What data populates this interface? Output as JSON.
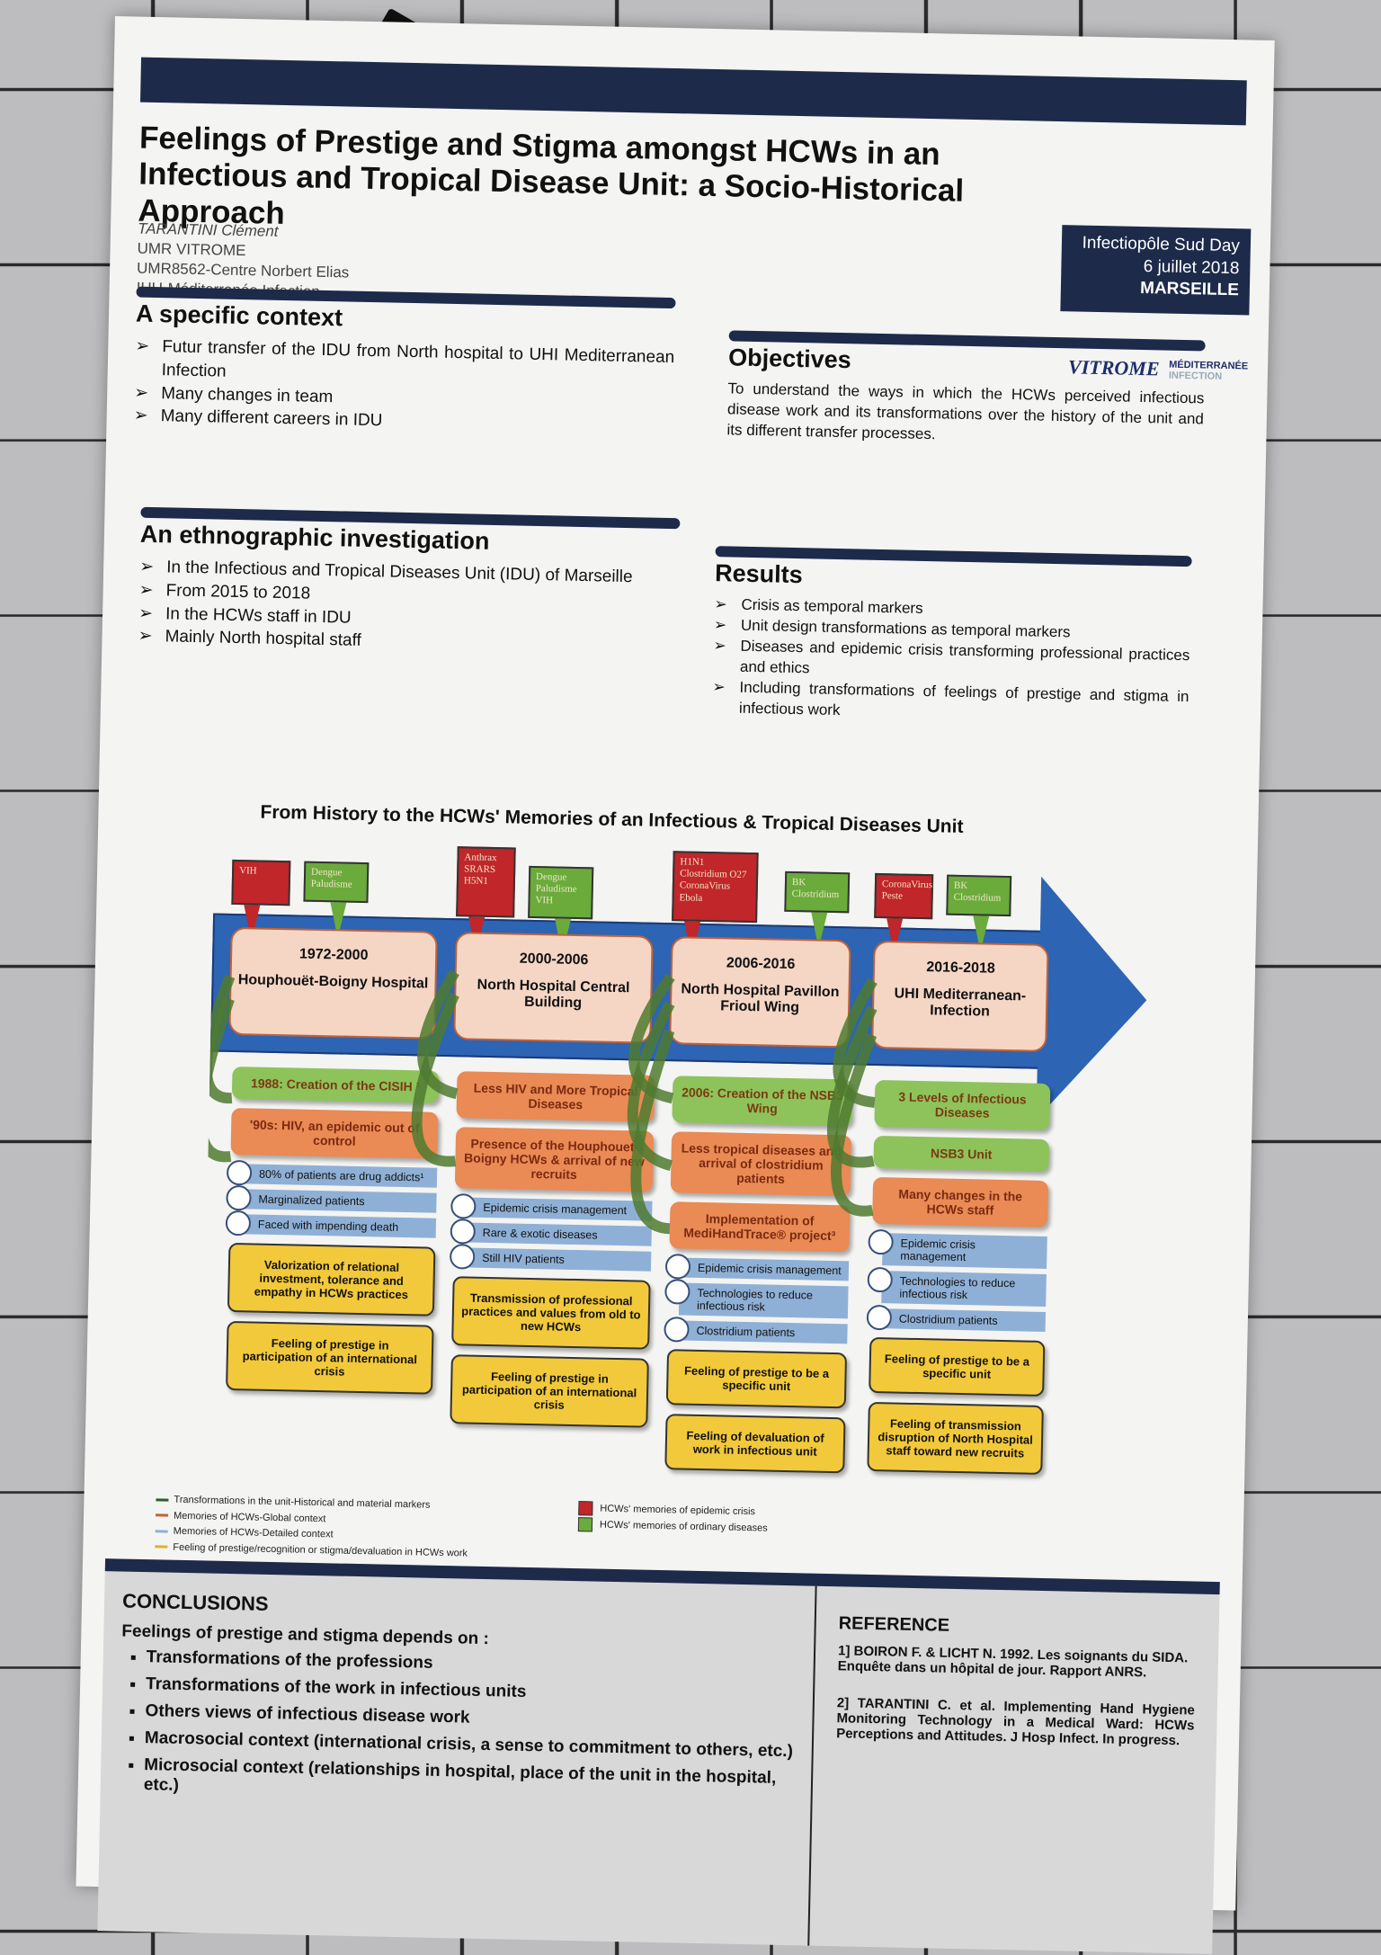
{
  "header": {
    "title": "Feelings of Prestige and Stigma amongst HCWs in an Infectious and Tropical Disease Unit: a Socio-Historical Approach",
    "authors": [
      "TARANTINI Clément",
      "UMR VITROME",
      "UMR8562-Centre Norbert Elias",
      "IHU-Méditerranée Infection"
    ],
    "event": [
      "Infectiopôle Sud Day",
      "6 juillet 2018",
      "MARSEILLE"
    ],
    "logos": {
      "vitrome": "VITROME",
      "med1": "MÉDITERRANÉE",
      "med2": "INFECTION"
    }
  },
  "context": {
    "title": "A specific context",
    "items": [
      "Futur transfer of the IDU from North hospital to UHI Mediterranean Infection",
      "Many changes in team",
      "Many different careers in IDU"
    ]
  },
  "objectives": {
    "title": "Objectives",
    "text": "To understand the ways in which the HCWs perceived infectious disease work and its transformations over the history of the unit and its different transfer processes."
  },
  "ethno": {
    "title": "An ethnographic investigation",
    "items": [
      "In the Infectious and Tropical Diseases Unit (IDU) of Marseille",
      "From 2015 to 2018",
      "In the HCWs staff  in IDU",
      "Mainly North hospital staff"
    ]
  },
  "results": {
    "title": "Results",
    "items": [
      "Crisis as temporal markers",
      "Unit design transformations as temporal markers",
      "Diseases and epidemic crisis transforming professional practices and ethics",
      "Including transformations of feelings of prestige and stigma in infectious work"
    ]
  },
  "diagram": {
    "title": "From History to the HCWs' Memories of an Infectious & Tropical Diseases Unit",
    "columns": [
      {
        "red": [
          "VIH"
        ],
        "green": [
          "Dengue",
          "Paludisme"
        ],
        "years": "1972-2000",
        "place": "Houphouët-Boigny Hospital",
        "boxes": [
          {
            "t": "g",
            "text": "1988: Creation of the CISIH ¹"
          },
          {
            "t": "o",
            "text": "'90s: HIV, an epidemic out of control"
          }
        ],
        "details": [
          "80% of patients are drug addicts¹",
          "Marginalized patients",
          "Faced with impending death"
        ],
        "feelings": [
          "Valorization of relational investment, tolerance and empathy in HCWs practices",
          "Feeling of prestige in participation of an international crisis"
        ]
      },
      {
        "red": [
          "Anthrax",
          "SRARS",
          "H5N1"
        ],
        "green": [
          "Dengue",
          "Paludisme",
          "VIH"
        ],
        "years": "2000-2006",
        "place": "North Hospital Central Building",
        "boxes": [
          {
            "t": "o",
            "text": "Less HIV and More Tropical Diseases"
          },
          {
            "t": "o",
            "text": "Presence of the Houphouet-Boigny HCWs & arrival of new recruits"
          }
        ],
        "details": [
          "Epidemic crisis management",
          "Rare & exotic diseases",
          "Still HIV patients"
        ],
        "feelings": [
          "Transmission of professional practices and values from old to new HCWs",
          "Feeling of prestige in participation of an international crisis"
        ]
      },
      {
        "red": [
          "H1N1",
          "Clostridium O27",
          "CoronaVirus",
          "Ebola"
        ],
        "green": [
          "BK",
          "Clostridium"
        ],
        "years": "2006-2016",
        "place": "North Hospital Pavillon Frioul Wing",
        "boxes": [
          {
            "t": "g",
            "text": "2006: Creation of the NSB3 Wing"
          },
          {
            "t": "o",
            "text": "Less tropical diseases and arrival of clostridium patients"
          },
          {
            "t": "o",
            "text": "Implementation of MediHandTrace® project³"
          }
        ],
        "details": [
          "Epidemic crisis management",
          "Technologies to reduce infectious risk",
          "Clostridium patients"
        ],
        "feelings": [
          "Feeling of prestige to be a specific unit",
          "Feeling of devaluation of work in infectious unit"
        ]
      },
      {
        "red": [
          "CoronaVirus",
          "Peste"
        ],
        "green": [
          "BK",
          "Clostridium"
        ],
        "years": "2016-2018",
        "place": "UHI Mediterranean-Infection",
        "boxes": [
          {
            "t": "g",
            "text": "3 Levels of Infectious Diseases"
          },
          {
            "t": "g",
            "text": "NSB3 Unit"
          },
          {
            "t": "o",
            "text": "Many changes in the HCWs staff"
          }
        ],
        "details": [
          "Epidemic crisis management",
          "Technologies to reduce infectious risk",
          "Clostridium patients"
        ],
        "feelings": [
          "Feeling of prestige to be a specific unit",
          "Feeling of transmission disruption of North Hospital staff toward new recruits"
        ]
      }
    ],
    "legend": {
      "lines": [
        "Transformations in the unit-Historical and material markers",
        "Memories of HCWs-Global context",
        "Memories of HCWs-Detailed context",
        "Feeling of prestige/recognition or stigma/devaluation in HCWs work"
      ],
      "line_colors": [
        "#2f5d2a",
        "#c0623a",
        "#8fb0d6",
        "#e0b030"
      ],
      "bubbles": [
        "HCWs' memories of epidemic crisis",
        "HCWs' memories of ordinary diseases"
      ]
    }
  },
  "conclusions": {
    "title": "CONCLUSIONS",
    "intro": "Feelings of prestige and stigma depends on :",
    "items": [
      "Transformations of the professions",
      "Transformations of the work in infectious units",
      "Others views of infectious disease work",
      "Macrosocial context (international crisis, a sense to commitment to others, etc.)",
      "Microsocial context (relationships in hospital, place of the unit in the hospital, etc.)"
    ]
  },
  "references": {
    "title": "REFERENCE",
    "items": [
      "1] BOIRON F. & LICHT N. 1992. Les soignants du SIDA. Enquête dans un hôpital de jour. Rapport ANRS.",
      "2] TARANTINI C. et al. Implementing Hand Hygiene Monitoring Technology in a Medical Ward: HCWs Perceptions and Attitudes. J Hosp Infect. In progress."
    ]
  }
}
